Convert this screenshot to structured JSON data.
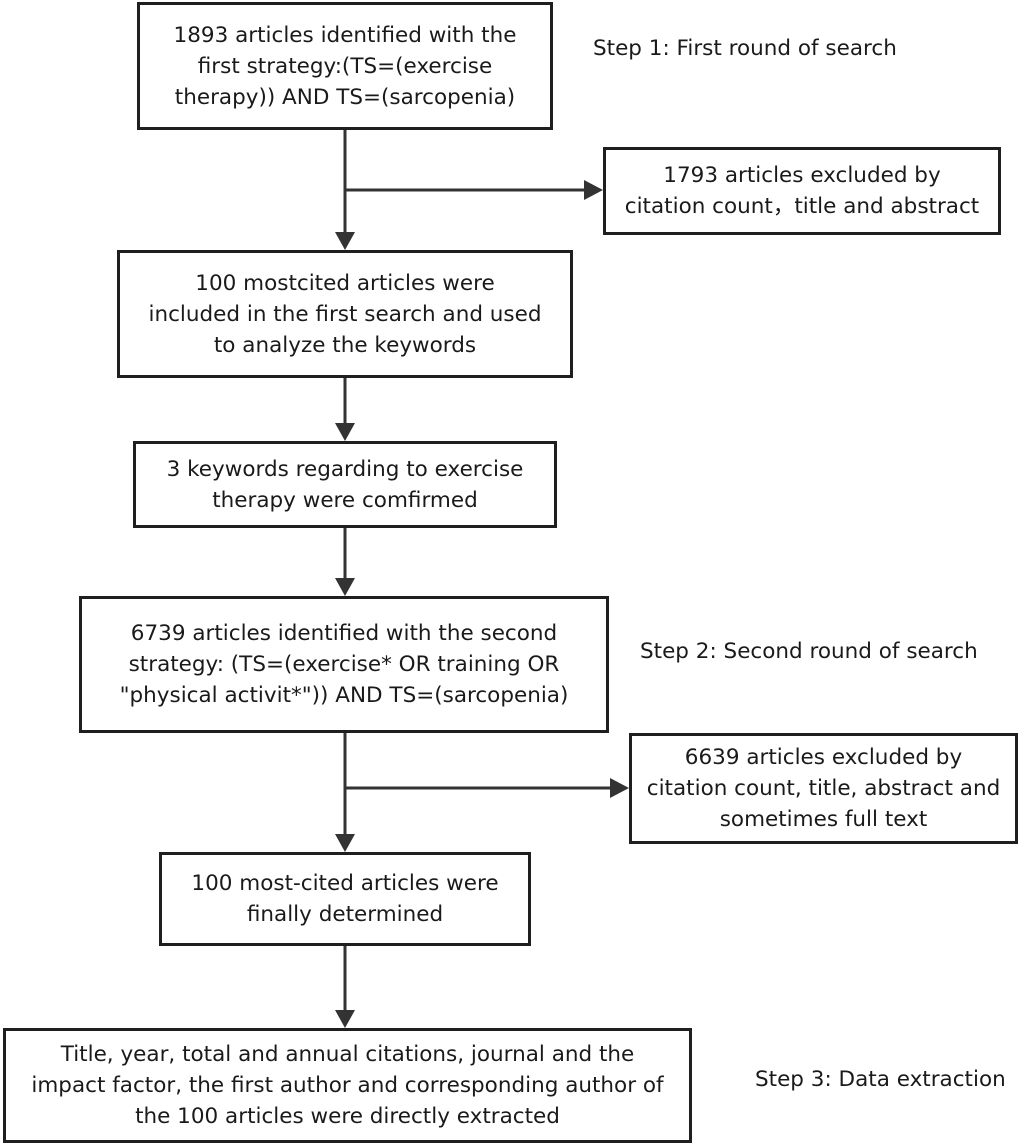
{
  "steps": {
    "step1": "Step 1: First round of search",
    "step2": "Step 2: Second round of search",
    "step3": "Step 3: Data extraction"
  },
  "boxes": {
    "first_search": "1893 articles identified with the\nfirst strategy:(TS=(exercise\ntherapy)) AND TS=(sarcopenia)",
    "excluded_first": "1793 articles excluded by\ncitation count，title and abstract",
    "mostcited_first": "100 mostcited articles were\nincluded in the first search and used\nto analyze the keywords",
    "keywords": "3 keywords regarding to exercise\ntherapy were comfirmed",
    "second_search": "6739 articles identified with the second\nstrategy: (TS=(exercise* OR training OR\n\"physical activit*\")) AND TS=(sarcopenia)",
    "excluded_second": "6639 articles excluded by\ncitation count, title, abstract and\nsometimes full text",
    "final_100": "100 most-cited articles were\nfinally determined",
    "extraction": "Title, year, total and annual citations, journal and the\nimpact factor, the first author and corresponding author of\nthe 100 articles were directly extracted"
  }
}
